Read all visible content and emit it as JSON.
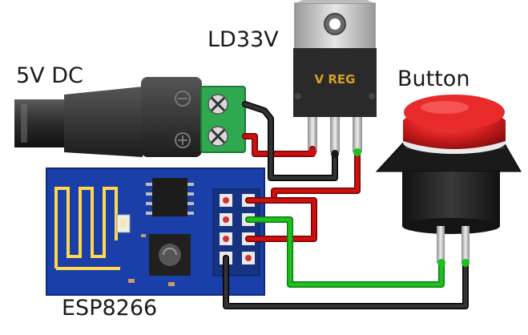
{
  "labels": {
    "power": "5V DC",
    "regulator": "LD33V",
    "button": "Button",
    "mcu": "ESP8266"
  },
  "regulator": {
    "marking": "V REG"
  },
  "jack": {
    "minus_symbol": "⊖",
    "plus_symbol": "⊕"
  },
  "colors": {
    "wire_red": "#cc1111",
    "wire_black": "#1a1a1a",
    "wire_green": "#1fbf1f",
    "pcb_blue": "#1a3fa8",
    "terminal_green": "#2fa84f",
    "button_red": "#d41f1f",
    "heatsink": "#c8c8c8",
    "regulator_body": "#2a2a2a",
    "regulator_text": "#d6a21e"
  },
  "wires": [
    {
      "from": "jack-positive",
      "to": "regulator-input",
      "color": "red"
    },
    {
      "from": "jack-negative",
      "to": "regulator-ground",
      "color": "black"
    },
    {
      "from": "regulator-output",
      "to": "esp-vcc",
      "color": "red"
    },
    {
      "from": "esp-vcc",
      "to": "esp-ch_pd",
      "color": "red"
    },
    {
      "from": "esp-gpio",
      "to": "button-pin-a",
      "color": "green"
    },
    {
      "from": "esp-gnd",
      "to": "button-pin-b",
      "color": "black"
    }
  ]
}
